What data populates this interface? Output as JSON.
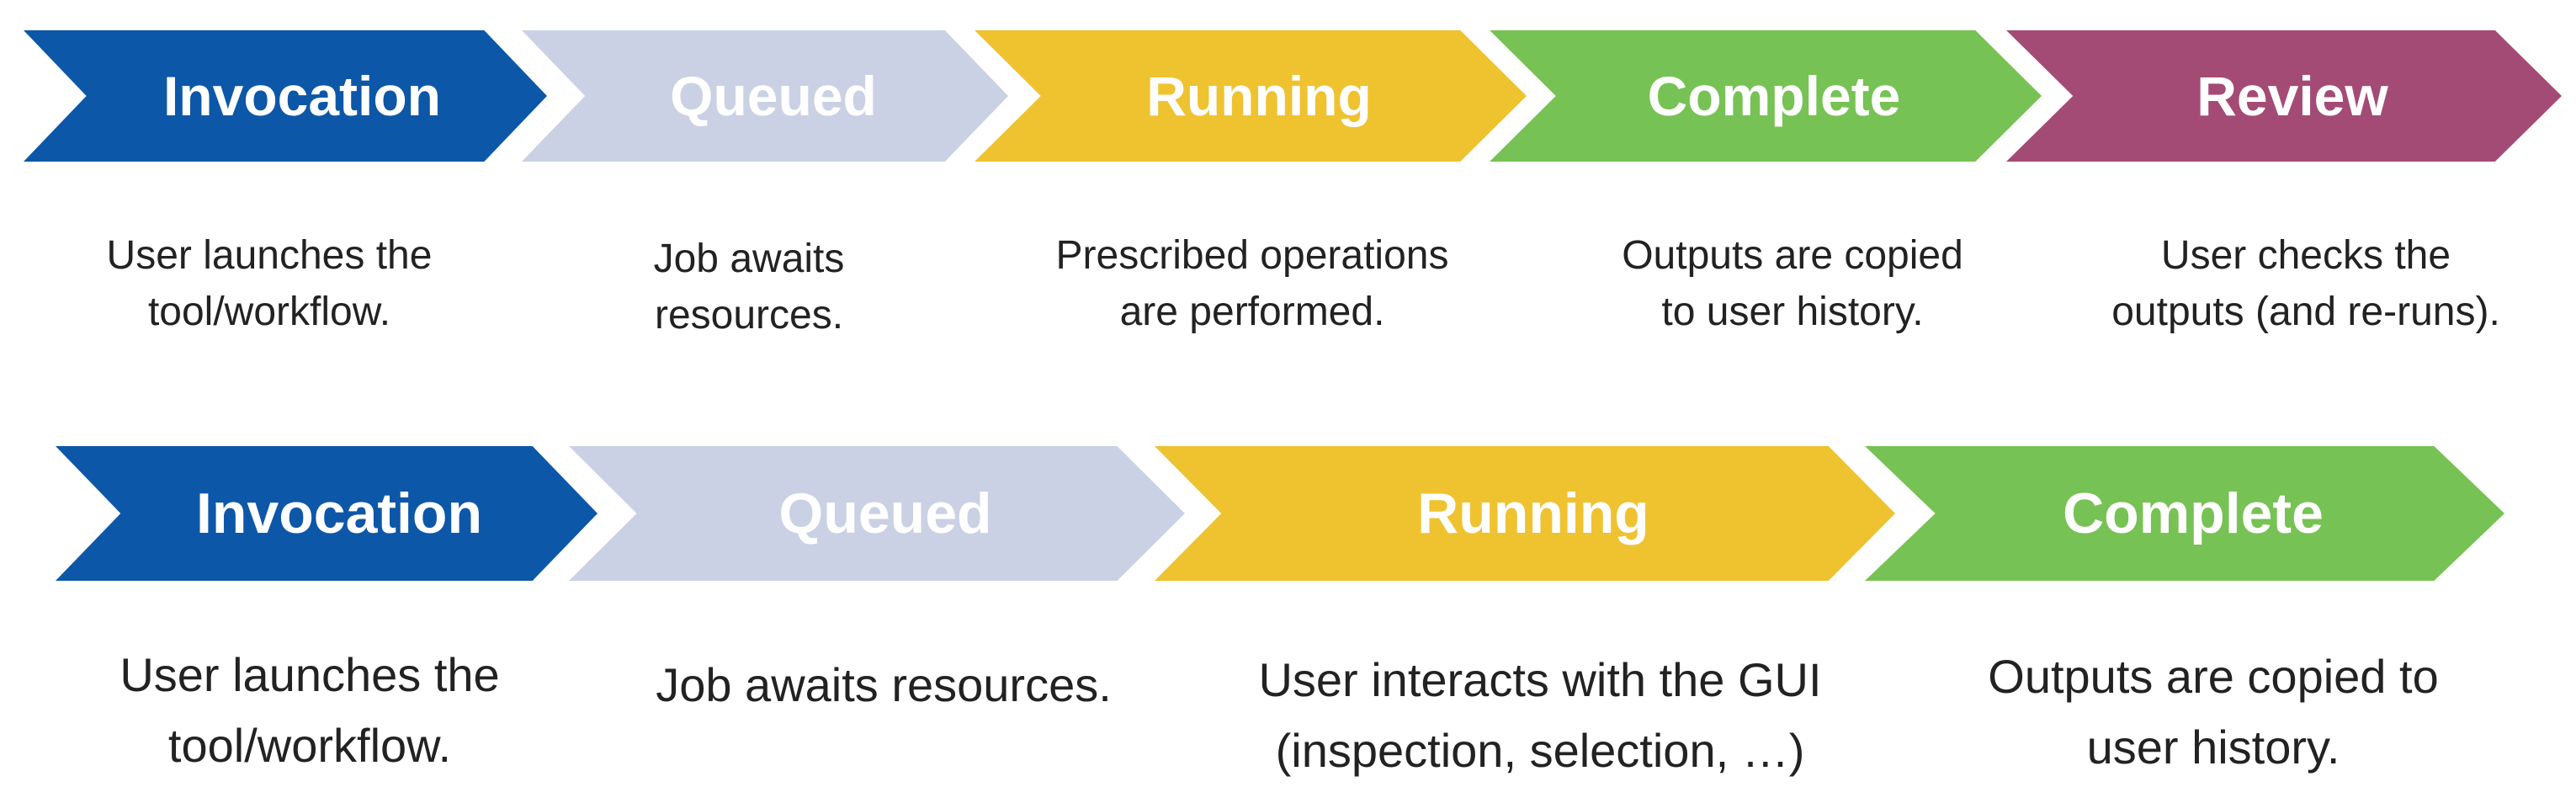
{
  "row1": {
    "steps": [
      {
        "label": "Invocation",
        "color": "#0d57a8",
        "caption": [
          "User launches the",
          "tool/workflow."
        ]
      },
      {
        "label": "Queued",
        "color": "#cbd1e4",
        "caption": [
          "Job awaits",
          "resources."
        ]
      },
      {
        "label": "Running",
        "color": "#efc230",
        "caption": [
          "Prescribed operations",
          "are performed."
        ]
      },
      {
        "label": "Complete",
        "color": "#77c254",
        "caption": [
          "Outputs are copied",
          "to user history."
        ]
      },
      {
        "label": "Review",
        "color": "#a44b75",
        "caption": [
          "User checks the",
          "outputs (and re-runs)."
        ]
      }
    ]
  },
  "row2": {
    "steps": [
      {
        "label": "Invocation",
        "color": "#0d57a8",
        "caption": [
          "User launches the",
          "tool/workflow."
        ]
      },
      {
        "label": "Queued",
        "color": "#cbd1e4",
        "caption": [
          "Job awaits resources."
        ]
      },
      {
        "label": "Running",
        "color": "#efc230",
        "caption": [
          "User interacts with the GUI",
          "(inspection, selection, …)"
        ]
      },
      {
        "label": "Complete",
        "color": "#77c254",
        "caption": [
          "Outputs are copied to",
          "user history."
        ]
      }
    ]
  }
}
